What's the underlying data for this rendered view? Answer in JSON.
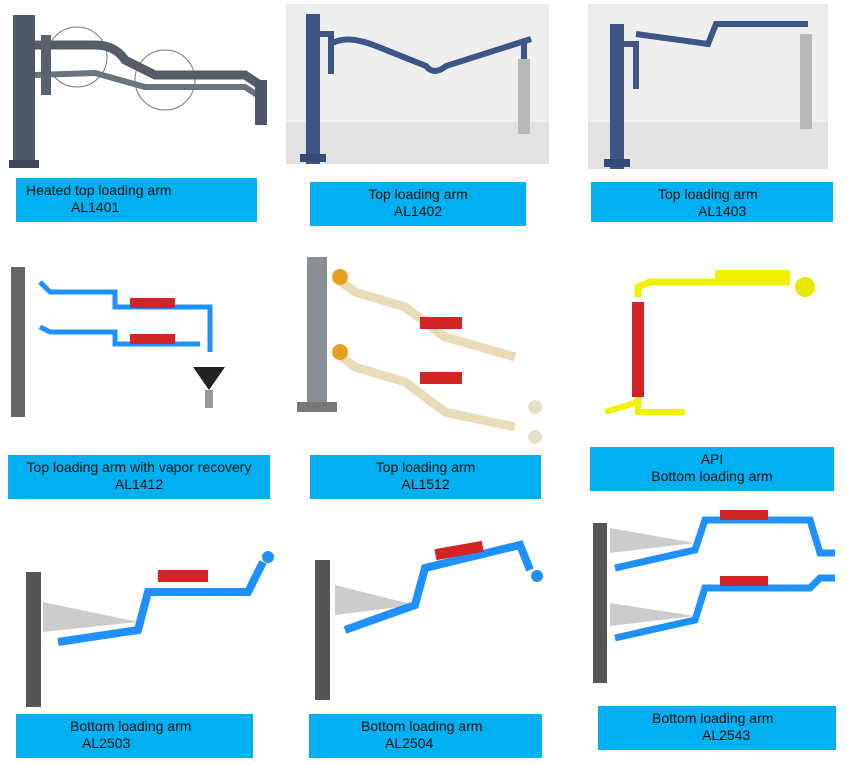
{
  "colors": {
    "caption_bg": "#00b0f0",
    "steel": "#4a5b78",
    "blue_arm": "#1e90ff",
    "yellow_arm": "#f2f200",
    "red_cylinder": "#d22424"
  },
  "products": [
    {
      "name": "Heated top loading arm",
      "code": "AL1401",
      "icon": "heated-top-loading-arm-image"
    },
    {
      "name": "Top loading arm",
      "code": "AL1402",
      "icon": "top-loading-arm-image"
    },
    {
      "name": "Top loading arm",
      "code": "AL1403",
      "icon": "top-loading-arm-image"
    },
    {
      "name": "Top loading arm with vapor recovery",
      "code": "AL1412",
      "icon": "vapor-recovery-arm-image"
    },
    {
      "name": "Top loading arm",
      "code": "AL1512",
      "icon": "double-top-loading-arm-image"
    },
    {
      "name": "API",
      "code": "Bottom loading arm",
      "icon": "api-bottom-loading-arm-image"
    },
    {
      "name": "Bottom loading arm",
      "code": "AL2503",
      "icon": "bottom-loading-arm-image"
    },
    {
      "name": "Bottom loading arm",
      "code": "AL2504",
      "icon": "bottom-loading-arm-image"
    },
    {
      "name": "Bottom loading arm",
      "code": "AL2543",
      "icon": "double-bottom-loading-arm-image"
    }
  ]
}
